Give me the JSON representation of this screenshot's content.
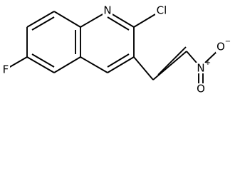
{
  "molecule": {
    "atoms": {
      "n1": {
        "symbol": "N"
      },
      "cl": {
        "symbol": "Cl"
      },
      "f": {
        "symbol": "F"
      },
      "n2": {
        "symbol": "N",
        "charge": "+"
      },
      "o1": {
        "symbol": "O",
        "charge": "−"
      },
      "o2": {
        "symbol": "O"
      }
    }
  }
}
